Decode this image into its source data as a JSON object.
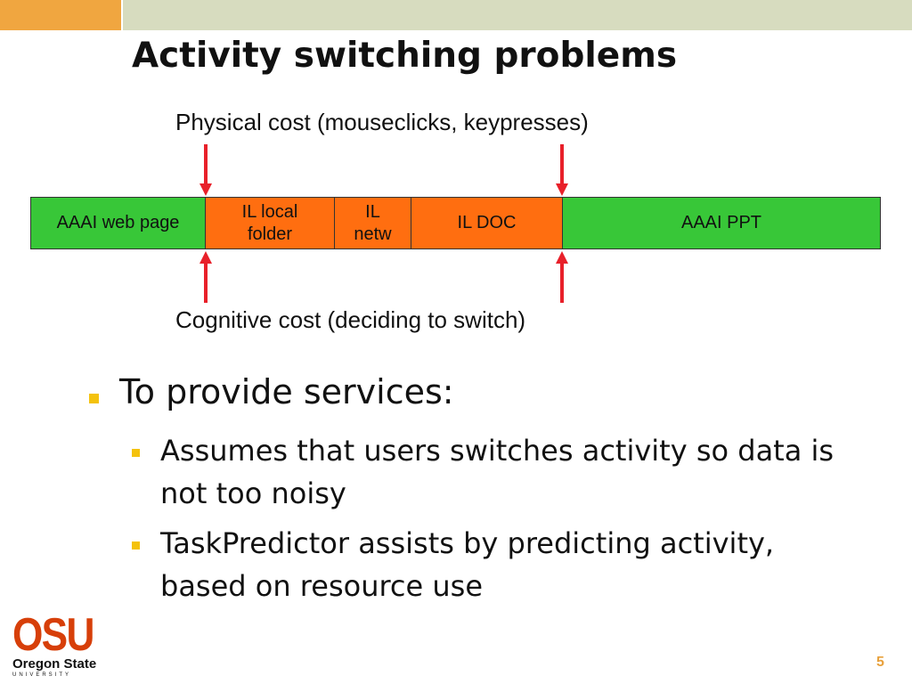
{
  "slide": {
    "title": "Activity switching problems",
    "physical_label": "Physical cost (mouseclicks, keypresses)",
    "cognitive_label": "Cognitive cost (deciding to switch)",
    "page_number": "5",
    "colors": {
      "accent_orange": "#f0a640",
      "header_olive": "#d7dcbf",
      "segment_green": "#38c738",
      "segment_orange": "#ff6e10",
      "arrow_red": "#e8202a",
      "bullet_yellow": "#f4c20d"
    }
  },
  "timeline": {
    "segments": [
      {
        "label": "AAAI web page",
        "color": "green"
      },
      {
        "label": "IL local folder",
        "color": "orange"
      },
      {
        "label": "IL netw",
        "color": "orange"
      },
      {
        "label": "IL DOC",
        "color": "orange"
      },
      {
        "label": "AAAI PPT",
        "color": "green"
      }
    ]
  },
  "bullets": {
    "main": "To provide services:",
    "sub": [
      "Assumes that users switches activity so data is not too noisy",
      "TaskPredictor assists by predicting activity, based on resource use"
    ]
  },
  "logo": {
    "osu": "OSU",
    "name": "Oregon State",
    "university": "UNIVERSITY"
  }
}
